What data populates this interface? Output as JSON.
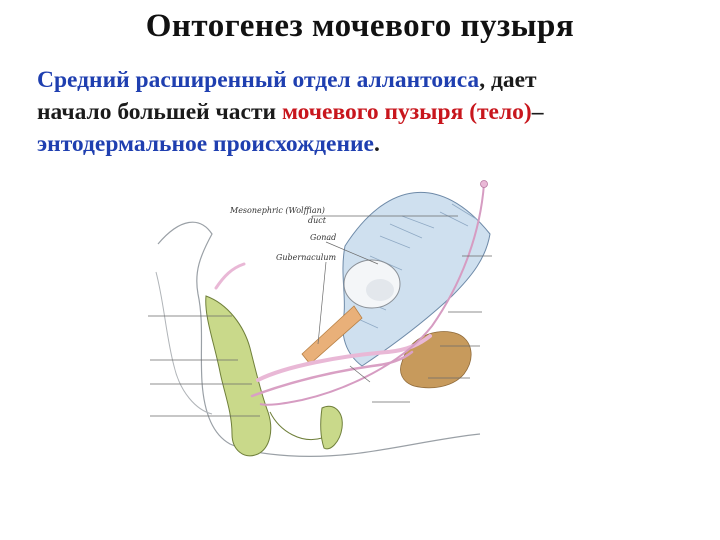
{
  "title": "Онтогенез мочевого пузыря",
  "body": {
    "line1_part1": "Средний расширенный отдел аллантоиса",
    "line1_part2": ", дает",
    "line2_part1": "начало большей части ",
    "line2_part2": "мочевого пузыря (тело)",
    "line2_part3": "–",
    "line3_part1": "энтодермальное происхождение",
    "line3_part2": "."
  },
  "figure": {
    "labels": {
      "mesonephric_duct_1": "Mesonephric (Wolffian)",
      "mesonephric_duct_2": "duct",
      "gonad": "Gonad",
      "gubernaculum": "Gubernaculum"
    }
  },
  "colors": {
    "title": "#111111",
    "blue_text": "#1f3fb0",
    "red_text": "#c8161d",
    "sinus_green": "#c9d98a",
    "mesonephros_blue": "#cfe0ef",
    "duct_pink": "#e9b8d6",
    "kidney_brown": "#c79a5c",
    "gubernaculum_orange": "#e9b079"
  }
}
